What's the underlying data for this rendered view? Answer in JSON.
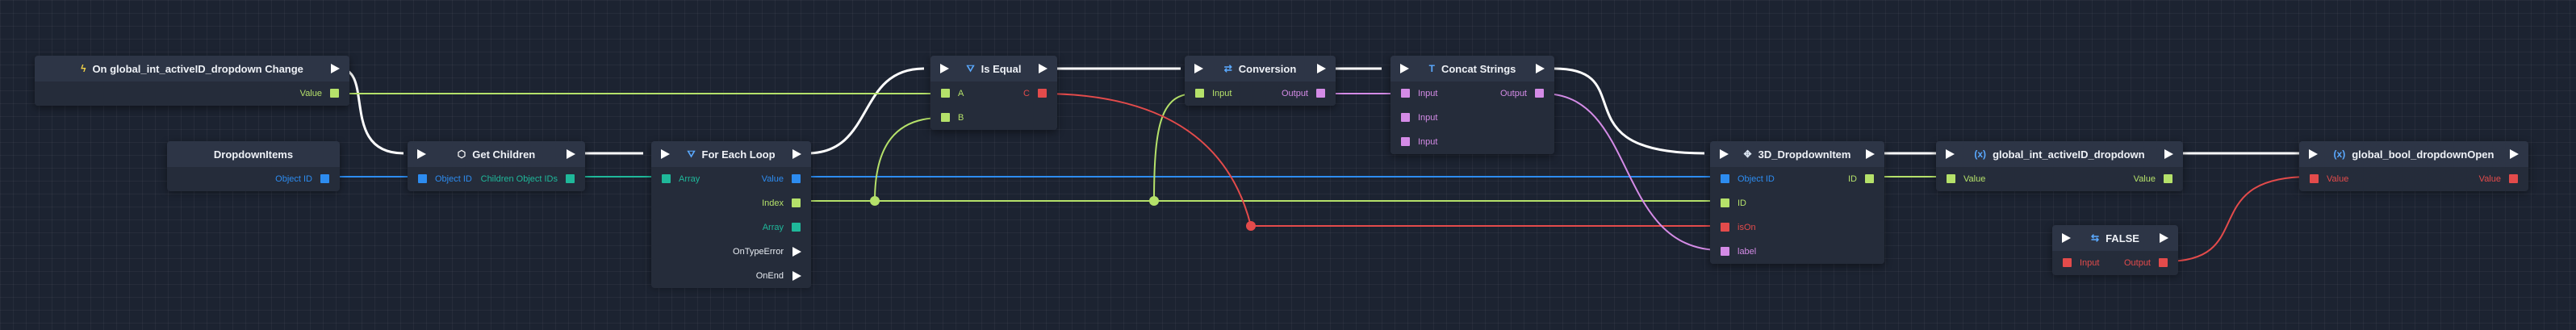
{
  "colors": {
    "exec": "#ffffff",
    "string": "#b5e16a",
    "object": "#2d8cf0",
    "array": "#1fb89a",
    "boolean": "#e34b4b",
    "any": "#d48be6"
  },
  "nodes": {
    "on_change": {
      "title": "On global_int_activeID_dropdown Change",
      "icon": "bolt-icon",
      "value_label": "Value"
    },
    "dropdown_items": {
      "title": "DropdownItems",
      "object_id_label": "Object ID"
    },
    "get_children": {
      "title": "Get Children",
      "icon": "cube-icon",
      "in_label": "Object ID",
      "out_label": "Children Object IDs"
    },
    "for_each": {
      "title": "For Each Loop",
      "icon": "funnel-icon",
      "array_label": "Array",
      "value_label": "Value",
      "index_label": "Index",
      "array_out_label": "Array",
      "on_type_error_label": "OnTypeError",
      "on_end_label": "OnEnd"
    },
    "is_equal": {
      "title": "Is Equal",
      "icon": "funnel-icon",
      "a_label": "A",
      "b_label": "B",
      "c_label": "C"
    },
    "conversion": {
      "title": "Conversion",
      "icon": "convert-icon",
      "input_label": "Input",
      "output_label": "Output"
    },
    "concat": {
      "title": "Concat Strings",
      "icon": "text-icon",
      "input1_label": "Input",
      "input2_label": "Input",
      "input3_label": "Input",
      "output_label": "Output"
    },
    "dropdown_item_3d": {
      "title": "3D_DropdownItem",
      "icon": "component-icon",
      "object_id_label": "Object ID",
      "id_out_label": "ID",
      "id_label": "ID",
      "ison_label": "isOn",
      "label_label": "label"
    },
    "global_int": {
      "title": "global_int_activeID_dropdown",
      "icon": "variable-icon",
      "value_in_label": "Value",
      "value_out_label": "Value"
    },
    "global_bool": {
      "title": "global_bool_dropdownOpen",
      "icon": "variable-icon",
      "value_in_label": "Value",
      "value_out_label": "Value"
    },
    "false_node": {
      "title": "FALSE",
      "icon": "toggle-icon",
      "input_label": "Input",
      "output_label": "Output"
    }
  }
}
